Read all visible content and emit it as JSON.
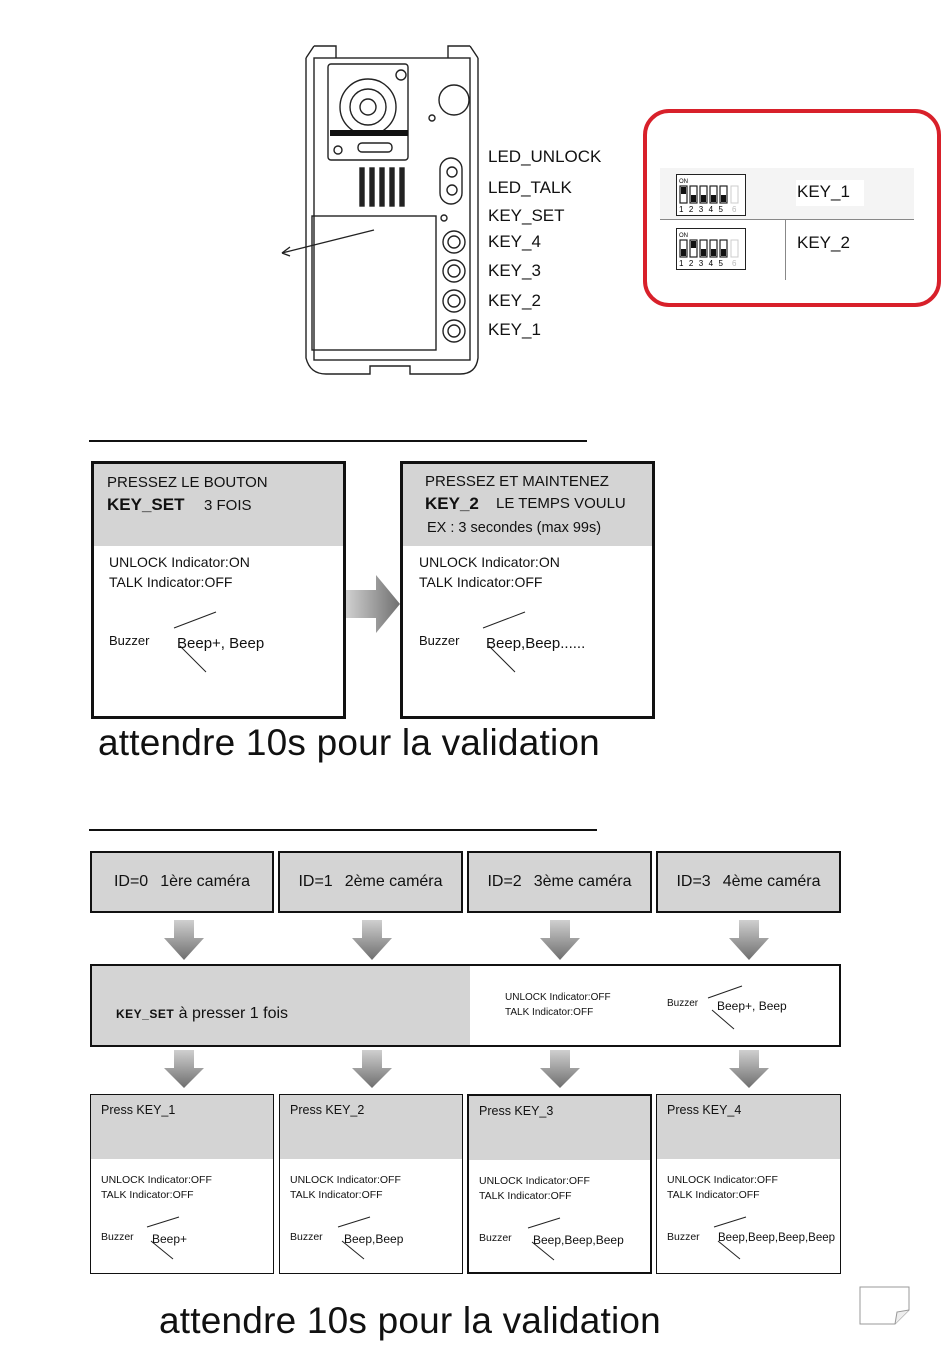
{
  "device": {
    "labels": [
      "LED_UNLOCK",
      "LED_TALK",
      "KEY_SET",
      "KEY_4",
      "KEY_3",
      "KEY_2",
      "KEY_1"
    ]
  },
  "dip_table": {
    "switch_on": "ON",
    "switch_numbers": "1 2 3 4 5 6",
    "rows": [
      {
        "label": "KEY_1",
        "on_switches": [
          1
        ]
      },
      {
        "label": "KEY_2",
        "on_switches": [
          2
        ]
      }
    ],
    "highlight_color": "#d8202a"
  },
  "step1": {
    "box1": {
      "line1": "PRESSEZ LE BOUTON",
      "key": "KEY_SET",
      "key_suffix": "3 FOIS",
      "unlock": "UNLOCK Indicator:ON",
      "talk": "TALK Indicator:OFF",
      "buzzer": "Buzzer",
      "beep": "Beep+, Beep"
    },
    "box2": {
      "line1": "PRESSEZ ET MAINTENEZ",
      "key": "KEY_2",
      "key_suffix": "LE TEMPS VOULU",
      "example": "EX : 3 secondes (max 99s)",
      "unlock": "UNLOCK Indicator:ON",
      "talk": "TALK Indicator:OFF",
      "buzzer": "Buzzer",
      "beep": "Beep,Beep......"
    },
    "validation": "attendre 10s pour la validation"
  },
  "step2": {
    "ids": [
      {
        "id": "ID=0",
        "camera": "1ère caméra"
      },
      {
        "id": "ID=1",
        "camera": "2ème caméra"
      },
      {
        "id": "ID=2",
        "camera": "3ème caméra"
      },
      {
        "id": "ID=3",
        "camera": "4ème caméra"
      }
    ],
    "keyset_prefix": "KEY_SET",
    "keyset_text": "à presser 1 fois",
    "unlock": "UNLOCK Indicator:OFF",
    "talk": "TALK Indicator:OFF",
    "buzzer": "Buzzer",
    "beep": "Beep+, Beep",
    "press": [
      {
        "title": "Press KEY_1",
        "unlock": "UNLOCK Indicator:OFF",
        "talk": "TALK Indicator:OFF",
        "buzzer": "Buzzer",
        "beep": "Beep+"
      },
      {
        "title": "Press KEY_2",
        "unlock": "UNLOCK Indicator:OFF",
        "talk": "TALK Indicator:OFF",
        "buzzer": "Buzzer",
        "beep": "Beep,Beep"
      },
      {
        "title": "Press KEY_3",
        "unlock": "UNLOCK Indicator:OFF",
        "talk": "TALK Indicator:OFF",
        "buzzer": "Buzzer",
        "beep": "Beep,Beep,Beep"
      },
      {
        "title": "Press KEY_4",
        "unlock": "UNLOCK Indicator:OFF",
        "talk": "TALK Indicator:OFF",
        "buzzer": "Buzzer",
        "beep": "Beep,Beep,Beep,Beep"
      }
    ],
    "validation": "attendre 10s pour la validation"
  }
}
